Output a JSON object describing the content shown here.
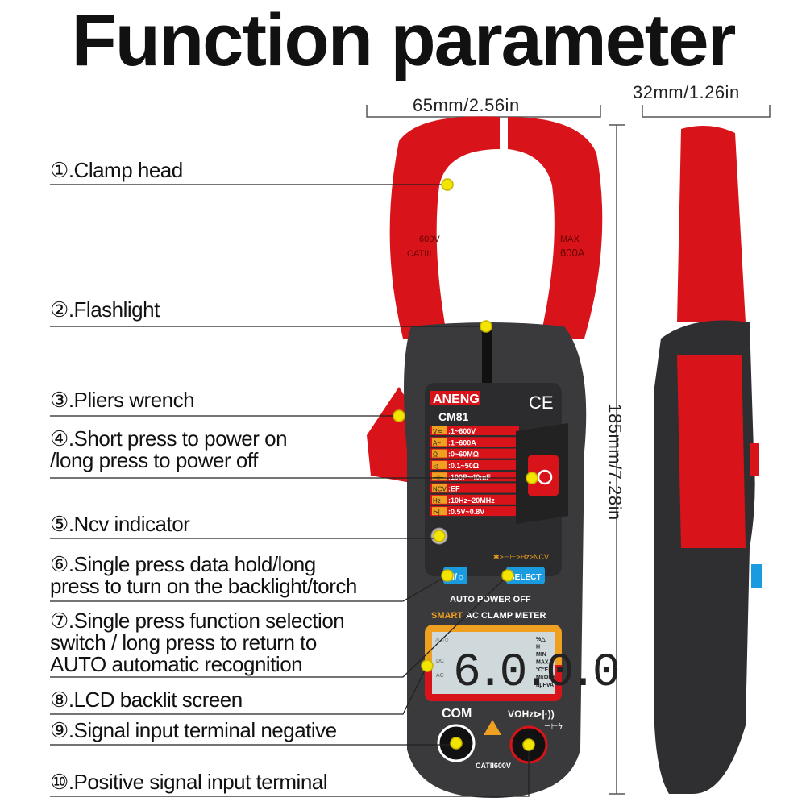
{
  "title": "Function parameter",
  "dimensions": {
    "width": "65mm/2.56in",
    "depth": "32mm/1.26in",
    "height": "185mm/7.28in"
  },
  "callouts": [
    {
      "num": "①",
      "lines": [
        ".Clamp head"
      ]
    },
    {
      "num": "②",
      "lines": [
        ".Flashlight"
      ]
    },
    {
      "num": "③",
      "lines": [
        ".Pliers wrench"
      ]
    },
    {
      "num": "④",
      "lines": [
        ".Short press to power on",
        "/long press to power off"
      ]
    },
    {
      "num": "⑤",
      "lines": [
        ".Ncv indicator"
      ]
    },
    {
      "num": "⑥",
      "lines": [
        ".Single press data hold/long",
        "press to turn on the backlight/torch"
      ]
    },
    {
      "num": "⑦",
      "lines": [
        ".Single press function selection",
        "switch / long press to return to",
        "AUTO automatic recognition"
      ]
    },
    {
      "num": "⑧",
      "lines": [
        ".LCD backlit screen"
      ]
    },
    {
      "num": "⑨",
      "lines": [
        ".Signal input terminal negative"
      ]
    },
    {
      "num": "⑩",
      "lines": [
        ".Positive signal input terminal"
      ]
    }
  ],
  "device": {
    "brand": "ANENG",
    "model": "CM81",
    "ce": "CE",
    "clamp_left": [
      "600V",
      "CATIII"
    ],
    "clamp_right": [
      "MAX",
      "600A"
    ],
    "specs": [
      {
        "icon": "V≂",
        "value": ":1~600V"
      },
      {
        "icon": "A~",
        "value": ":1~600A"
      },
      {
        "icon": "Ω",
        "value": ":0~60MΩ"
      },
      {
        "icon": "◁",
        "value": ":0.1~50Ω"
      },
      {
        "icon": "⊣⊢",
        "value": ":100P~40mF"
      },
      {
        "icon": "NCV",
        "value": ":EF"
      },
      {
        "icon": "Hz",
        "value": ":10Hz~20MHz"
      },
      {
        "icon": "⊳|",
        "value": ":0.5V~0.8V"
      }
    ],
    "mode_sequence": "✱>⊣⊢>Hz>NCV",
    "hold_button": "H/☼",
    "select_button": "SELECT",
    "auto_power_off": "AUTO POWER OFF",
    "smart": "SMART",
    "product_line": "AC CLAMP METER",
    "lcd_reading": "6.0.0.0",
    "lcd_left": [
      "AUTO",
      "DC",
      "AC"
    ],
    "lcd_right": [
      "%△",
      "H",
      "MIN",
      "MAX",
      "°C°F",
      "MkΩHz",
      "nμFVA"
    ],
    "com_label": "COM",
    "input_label": "VΩHz⊳|·))",
    "input_label2": "⊣⊢ϟ",
    "cat_rating": "CATII600V"
  },
  "colors": {
    "red": "#d8141a",
    "body": "#3a3a3c",
    "yellow": "#f2e600",
    "orange": "#f0a020",
    "blue": "#1a9be0"
  }
}
